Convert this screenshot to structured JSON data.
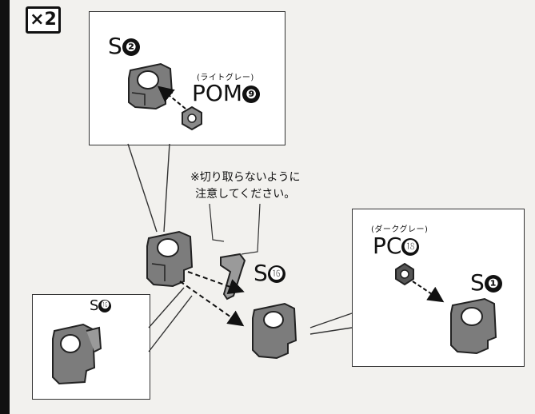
{
  "badge": {
    "multiplier": "×2"
  },
  "callout_top": {
    "part_label": "S",
    "part_number": "❷",
    "color_note": "(ライトグレー)",
    "material_label": "POM",
    "material_number": "❾"
  },
  "note": {
    "line1": "※切り取らないように",
    "line2": "注意してください。"
  },
  "center": {
    "part_label": "S",
    "part_number": "⓰"
  },
  "callout_right": {
    "color_note": "(ダークグレー)",
    "material_label": "PC",
    "material_number": "⓲",
    "part_label": "S",
    "part_number": "❶"
  },
  "callout_left": {
    "part_label": "S",
    "part_number": "⓰"
  }
}
